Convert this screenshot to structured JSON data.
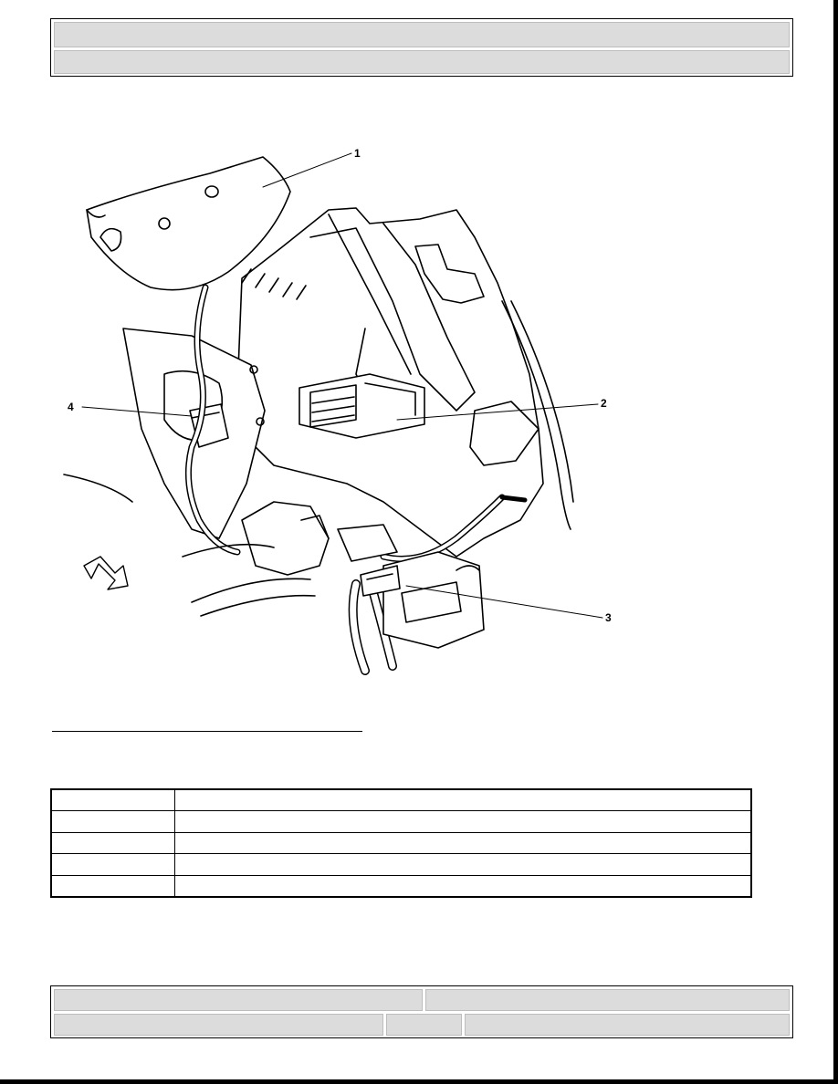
{
  "header": {
    "title": "",
    "subtitle": ""
  },
  "figure": {
    "callouts": [
      "1",
      "2",
      "3",
      "4"
    ]
  },
  "legend": {
    "rows": [
      {
        "num": "",
        "desc": ""
      },
      {
        "num": "",
        "desc": ""
      },
      {
        "num": "",
        "desc": ""
      },
      {
        "num": "",
        "desc": ""
      },
      {
        "num": "",
        "desc": ""
      }
    ]
  },
  "footer": {
    "left": "",
    "right": "",
    "bottom_left": "",
    "bottom_mid": "",
    "bottom_right": ""
  }
}
